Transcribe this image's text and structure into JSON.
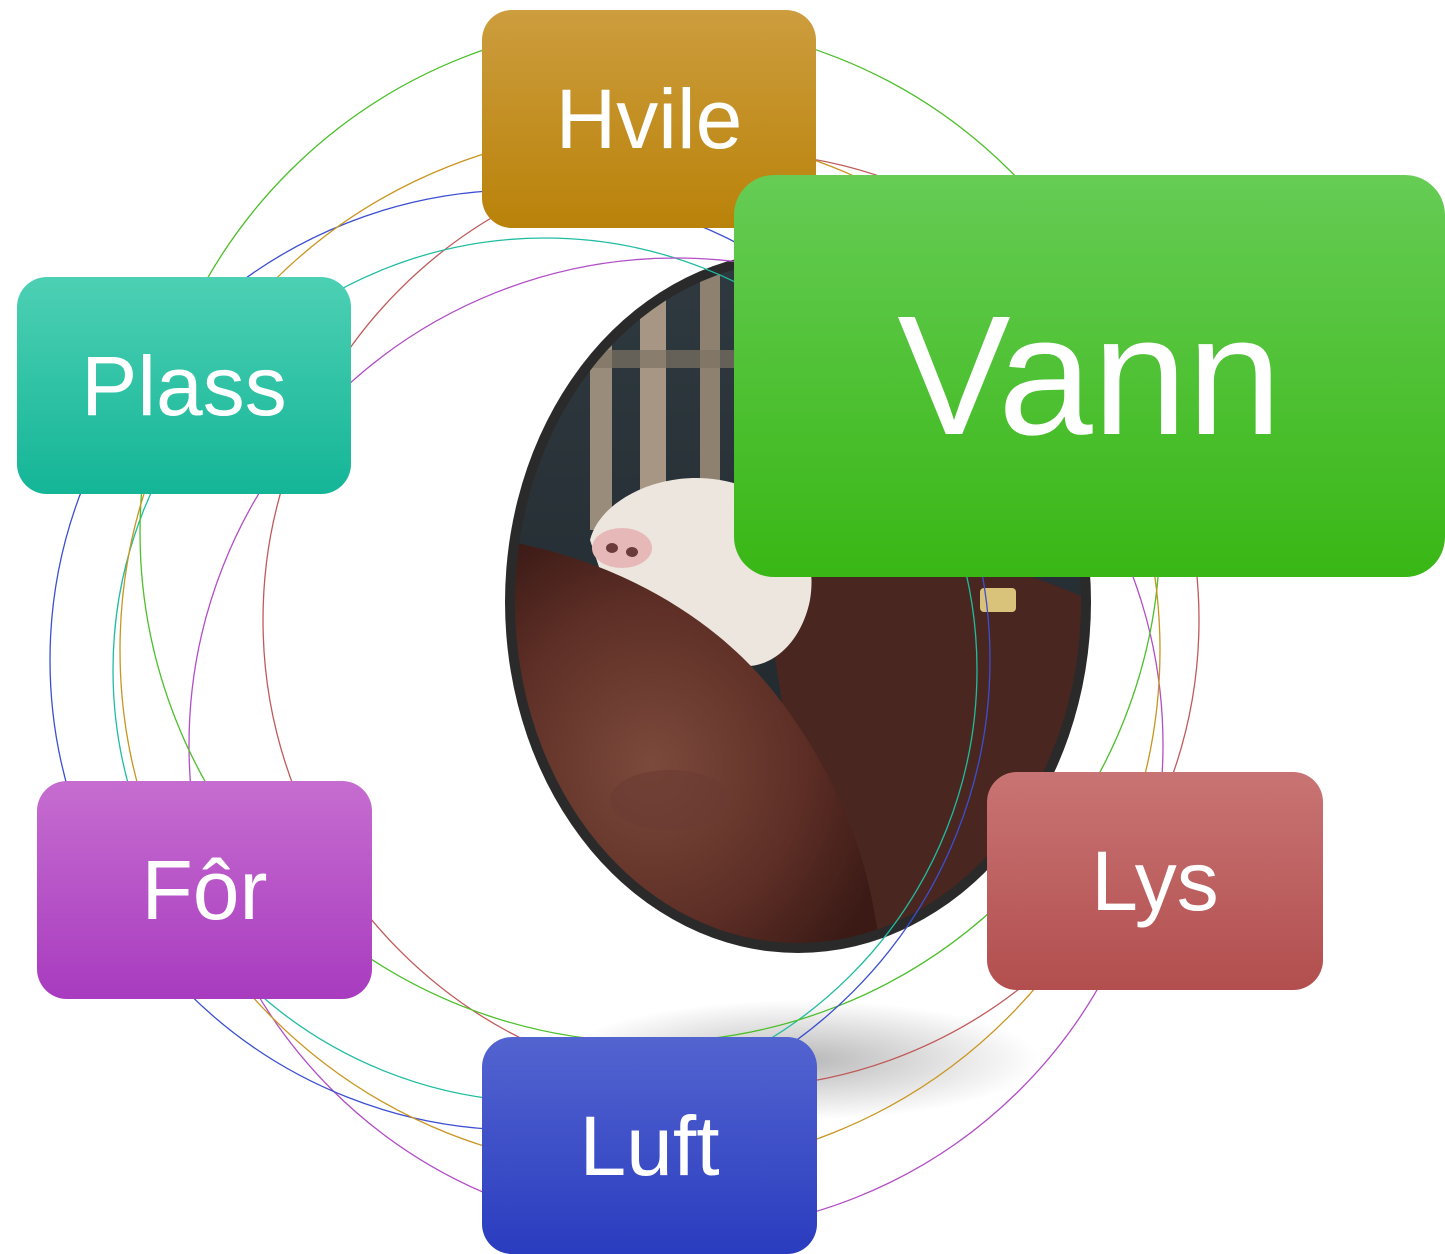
{
  "diagram": {
    "center_image": "cow-photo",
    "colors": {
      "hvile": "#c4911e",
      "plass": "#2cc3a5",
      "for": "#b34ec7",
      "luft": "#3446c6",
      "lys": "#bd6060",
      "vann": "#48c026"
    },
    "nodes": {
      "hvile": "Hvile",
      "plass": "Plass",
      "for": "Fôr",
      "luft": "Luft",
      "lys": "Lys",
      "vann": "Vann"
    }
  }
}
